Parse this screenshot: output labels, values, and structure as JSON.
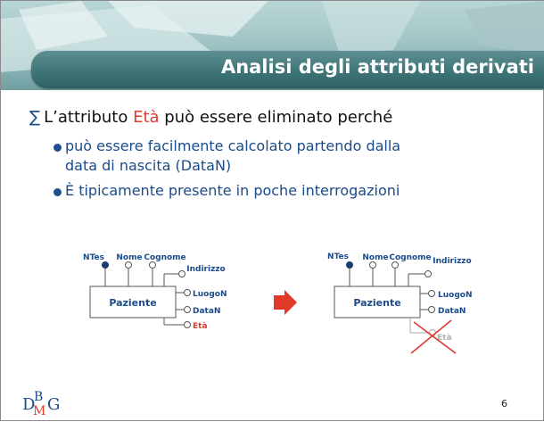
{
  "title": "Analisi degli attributi derivati",
  "main_bullet": {
    "prefix": "L’attributo ",
    "highlight": "Età",
    "suffix": " può essere eliminato perché"
  },
  "sub_bullets": [
    {
      "line1": "può essere facilmente calcolato partendo dalla",
      "line2": "data di nascita (DataN)"
    },
    {
      "line1": "È tipicamente presente in poche interrogazioni",
      "line2": ""
    }
  ],
  "diagram_left": {
    "entity": "Paziente",
    "top_attrs": [
      "NTes",
      "Nome",
      "Cognome",
      "Indirizzo"
    ],
    "right_attrs": [
      "LuogoN",
      "DataN",
      "Età"
    ]
  },
  "diagram_right": {
    "entity": "Paziente",
    "top_attrs": [
      "NTes",
      "Nome",
      "Cognome",
      "Indirizzo"
    ],
    "right_attrs": [
      "LuogoN",
      "DataN",
      "Età"
    ]
  },
  "colors": {
    "accent_red": "#e23b2a",
    "text_blue": "#1a4b8a",
    "arrow_red": "#e03a2a"
  },
  "logo": {
    "d": "D",
    "b": "B",
    "m": "M",
    "g": "G"
  },
  "page_number": "6"
}
